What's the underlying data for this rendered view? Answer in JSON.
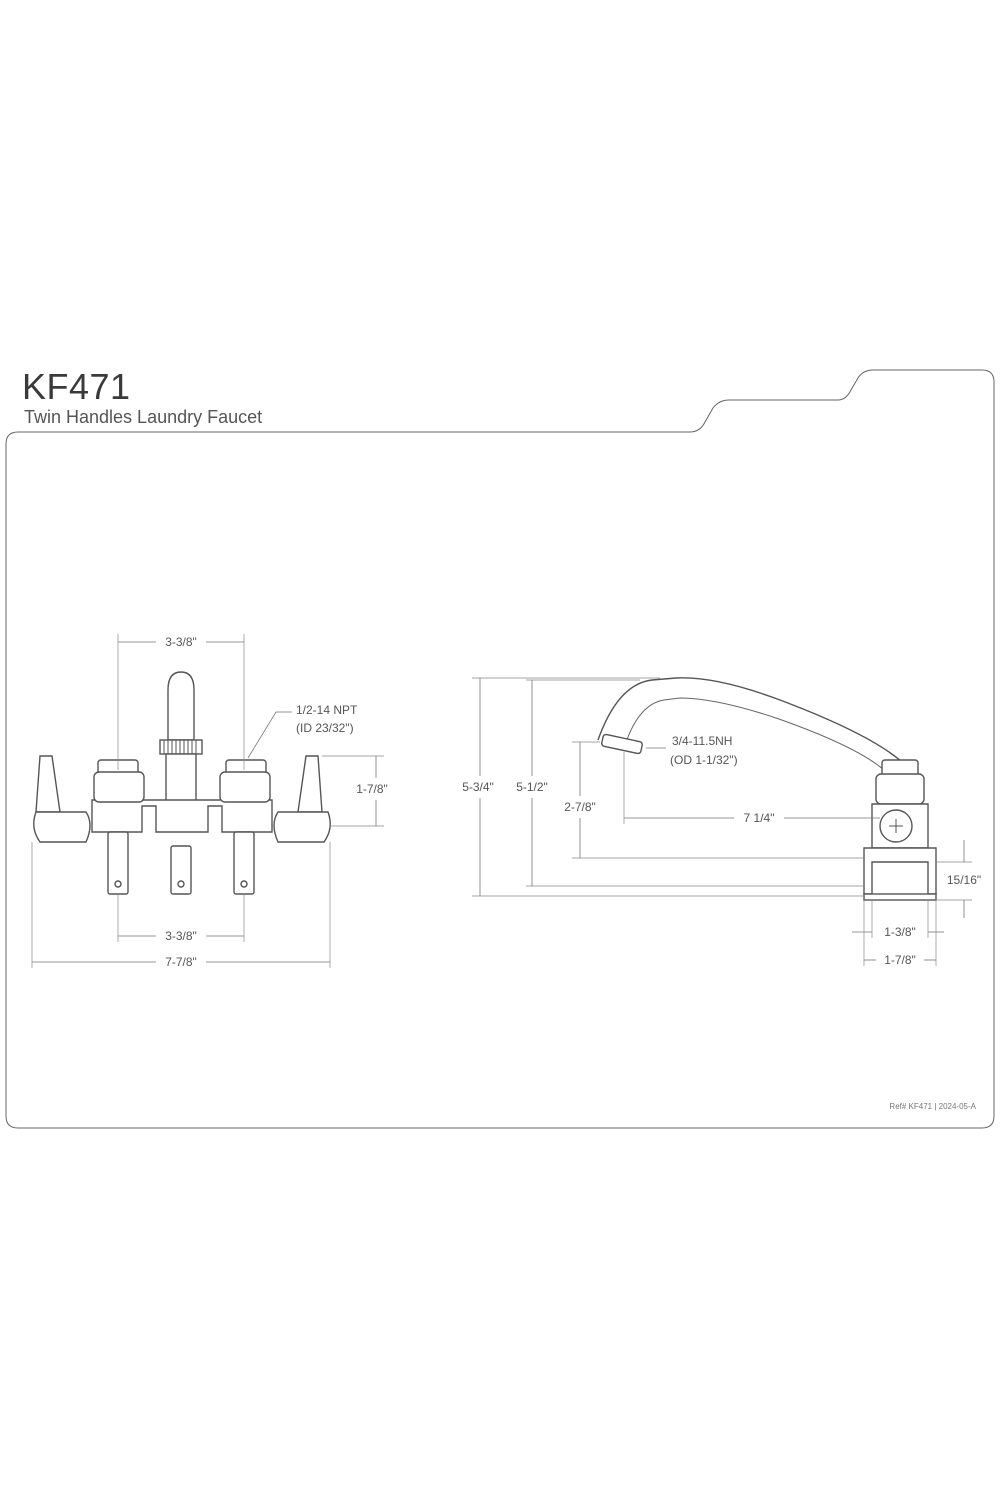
{
  "header": {
    "model": "KF471",
    "description": "Twin Handles Laundry Faucet"
  },
  "footer": {
    "reference": "Ref# KF471 | 2024-05-A"
  },
  "front_view": {
    "top_spacing": "3-3/8\"",
    "inlet_thread_line1": "1/2-14 NPT",
    "inlet_thread_line2": "(ID 23/32\")",
    "handle_height": "1-7/8\"",
    "bottom_spacing": "3-3/8\"",
    "overall_width": "7-7/8\""
  },
  "side_view": {
    "outlet_thread_line1": "3/4-11.5NH",
    "outlet_thread_line2": "(OD 1-1/32\")",
    "overall_height": "5-3/4\"",
    "spout_height": "5-1/2\"",
    "outlet_height": "2-7/8\"",
    "spout_reach": "7 1/4\"",
    "mount_height": "15/16\"",
    "body_depth": "1-3/8\"",
    "overall_depth": "1-7/8\""
  }
}
